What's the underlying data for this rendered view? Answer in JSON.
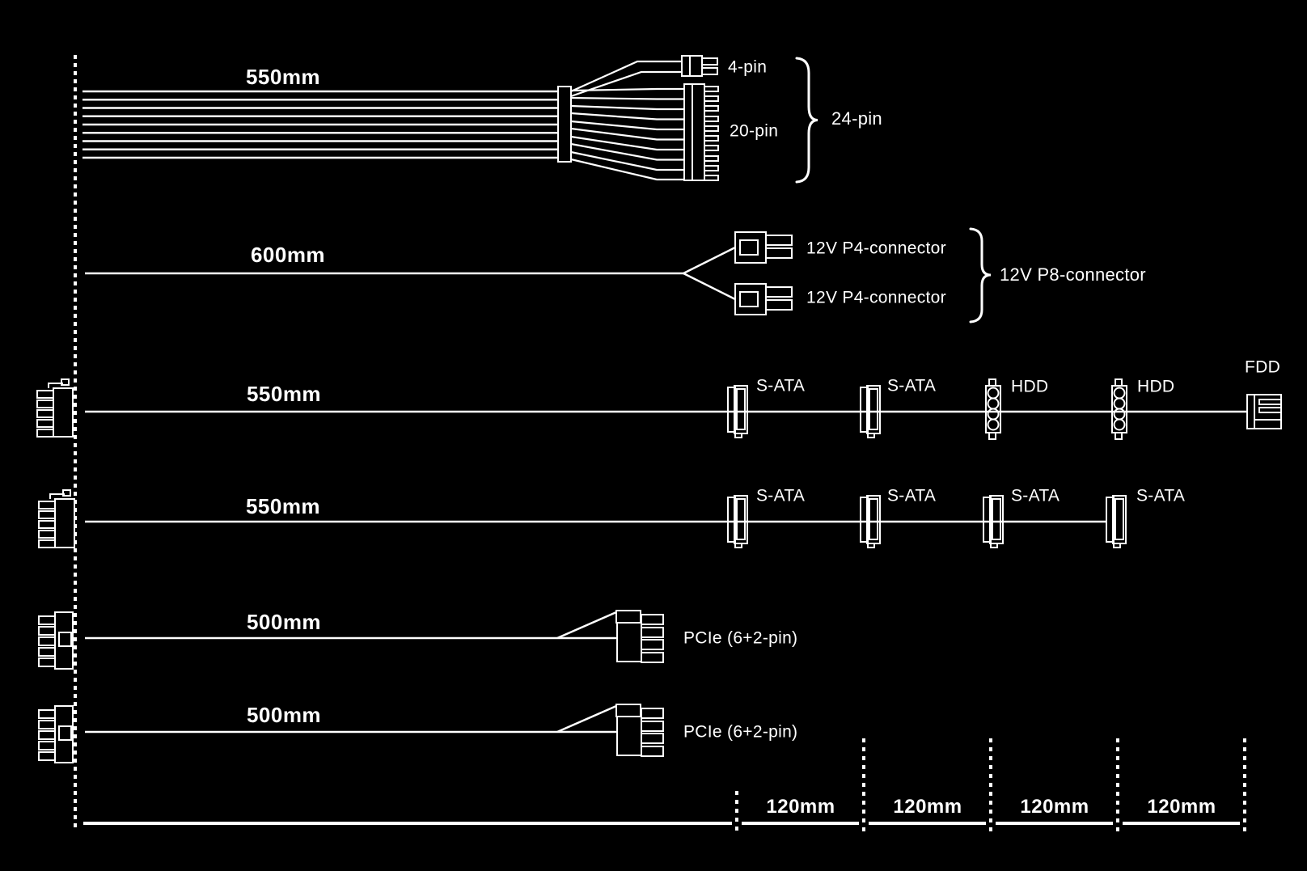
{
  "colors": {
    "background": "#000000",
    "line": "#ffffff"
  },
  "cables": {
    "atx": {
      "length": "550mm",
      "connector_4pin": "4-pin",
      "connector_20pin": "20-pin",
      "group_label": "24-pin"
    },
    "eps": {
      "length": "600mm",
      "p4_top": "12V P4-connector",
      "p4_bottom": "12V P4-connector",
      "group_label": "12V P8-connector"
    },
    "peripheral": {
      "length": "550mm",
      "labels": [
        "S-ATA",
        "S-ATA",
        "HDD",
        "HDD",
        "FDD"
      ]
    },
    "sata": {
      "length": "550mm",
      "labels": [
        "S-ATA",
        "S-ATA",
        "S-ATA",
        "S-ATA"
      ]
    },
    "pcie1": {
      "length": "500mm",
      "label": "PCIe (6+2-pin)"
    },
    "pcie2": {
      "length": "500mm",
      "label": "PCIe (6+2-pin)"
    }
  },
  "scale": {
    "segments": [
      "120mm",
      "120mm",
      "120mm",
      "120mm"
    ]
  },
  "icons": [
    "psu-modular-panel-dotted-line",
    "atx-cable-bundle",
    "cable-comb",
    "4pin-connector-icon",
    "20pin-connector-icon",
    "curly-brace-icon",
    "p4-connector-icon",
    "modular-socket-icon",
    "sata-connector-icon",
    "hdd-molex-connector-icon",
    "fdd-connector-icon",
    "pcie-6plus2-connector-icon",
    "measure-tick-icon"
  ]
}
